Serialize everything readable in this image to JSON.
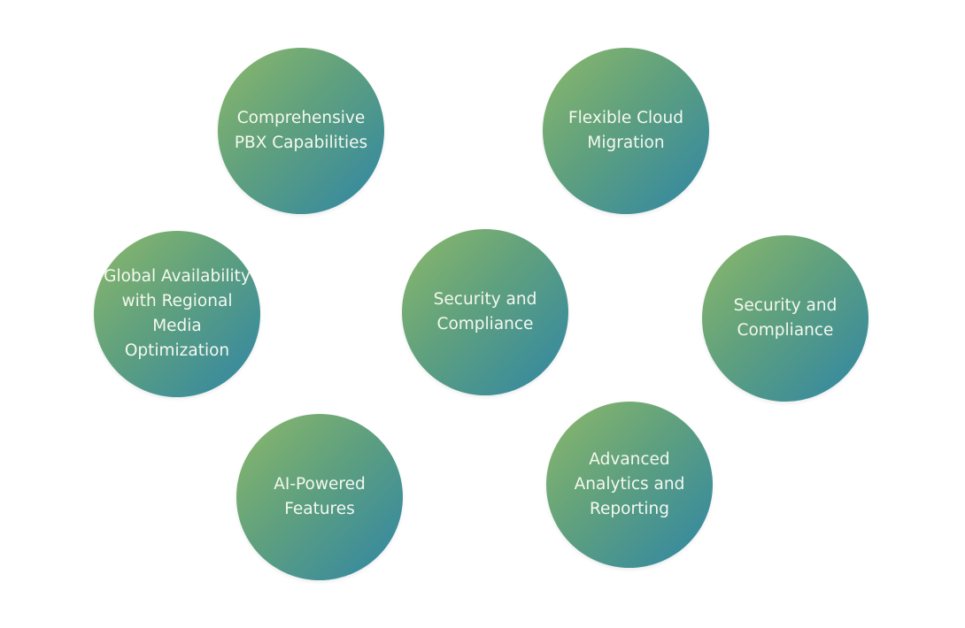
{
  "colors": {
    "gradient_start": "#8db96a",
    "gradient_end": "#2f86a6",
    "text": "#f4f8ee"
  },
  "nodes": [
    {
      "label": "Comprehensive PBX Capabilities"
    },
    {
      "label": "Flexible Cloud Migration"
    },
    {
      "label": "Global Availability with Regional Media Optimization"
    },
    {
      "label": "Security and Compliance"
    },
    {
      "label": "Security and Compliance"
    },
    {
      "label": "AI-Powered Features"
    },
    {
      "label": "Advanced Analytics and Reporting"
    }
  ]
}
